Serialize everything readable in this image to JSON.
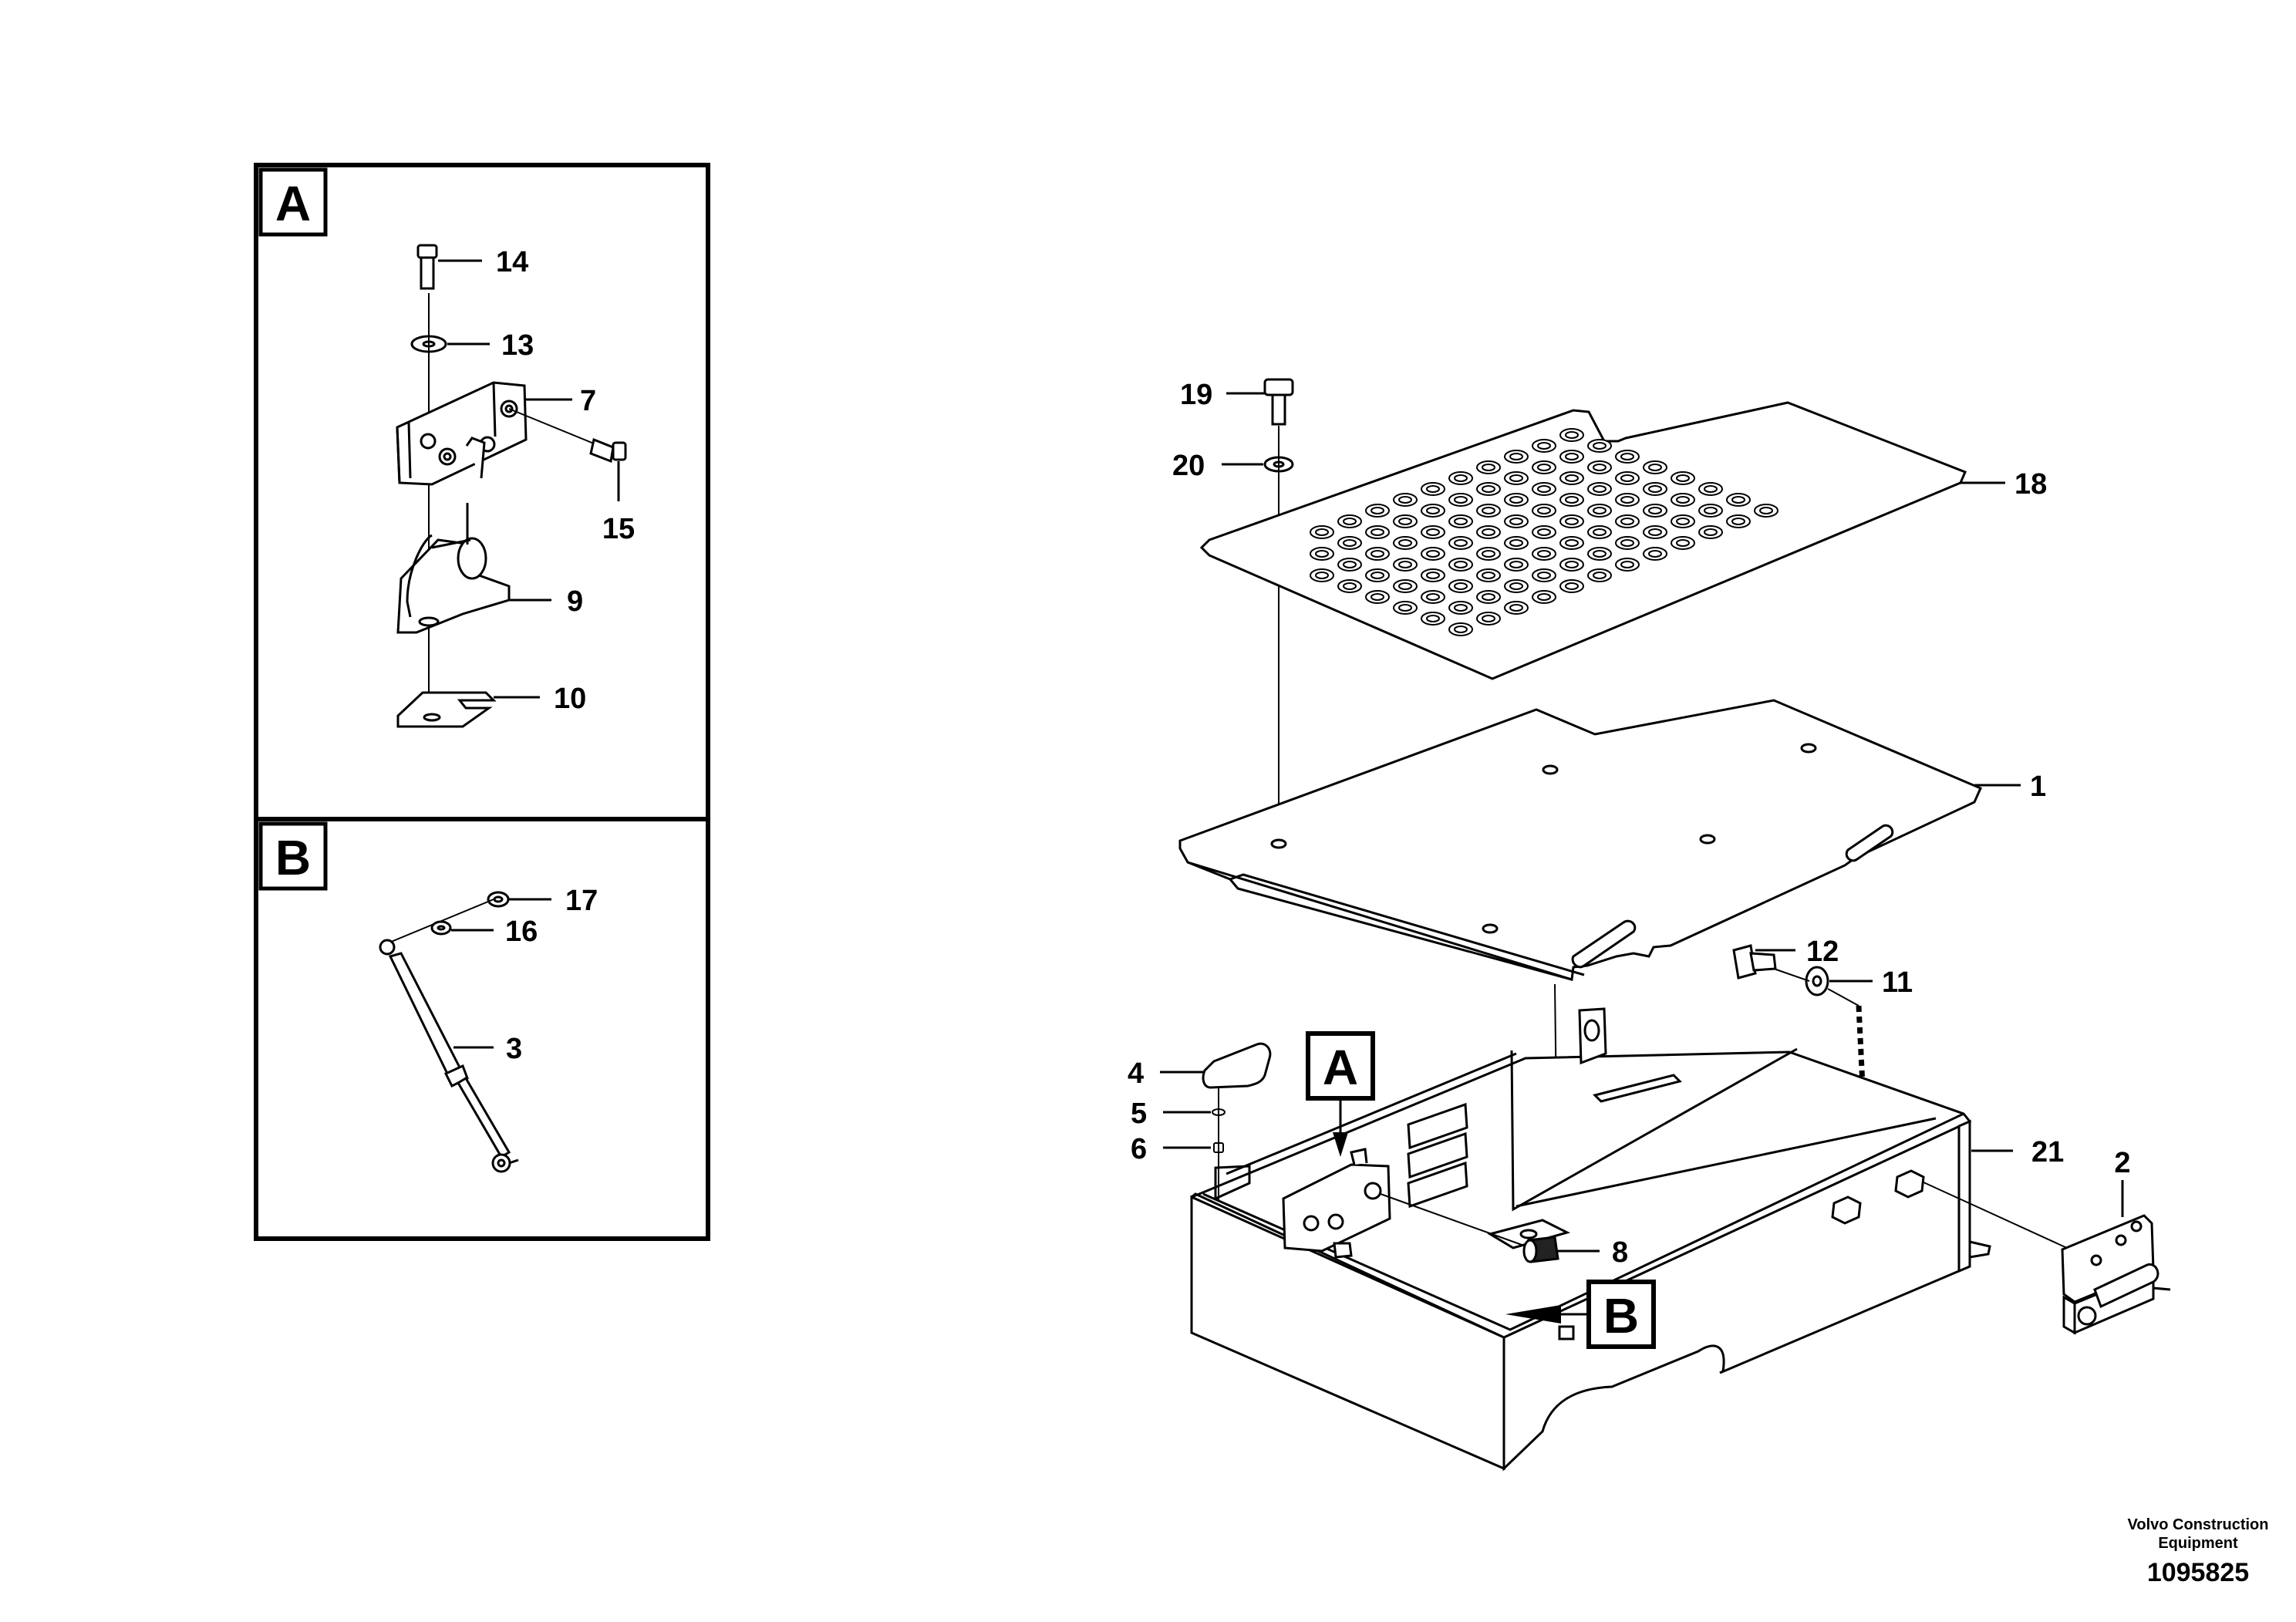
{
  "detail_views": {
    "a": {
      "label": "A",
      "callouts": {
        "n14": "14",
        "n13": "13",
        "n7": "7",
        "n15": "15",
        "n9": "9",
        "n10": "10"
      }
    },
    "b": {
      "label": "B",
      "callouts": {
        "n17": "17",
        "n16": "16",
        "n3": "3"
      }
    }
  },
  "main_view": {
    "callouts": {
      "n19": "19",
      "n20": "20",
      "n18": "18",
      "n1": "1",
      "n12": "12",
      "n11": "11",
      "n4": "4",
      "n5": "5",
      "n6": "6",
      "n8": "8",
      "n21": "21",
      "n2": "2"
    },
    "ref_a": "A",
    "ref_b": "B"
  },
  "footer": {
    "brand_line1": "Volvo Construction",
    "brand_line2": "Equipment",
    "drawing_number": "1095825"
  }
}
